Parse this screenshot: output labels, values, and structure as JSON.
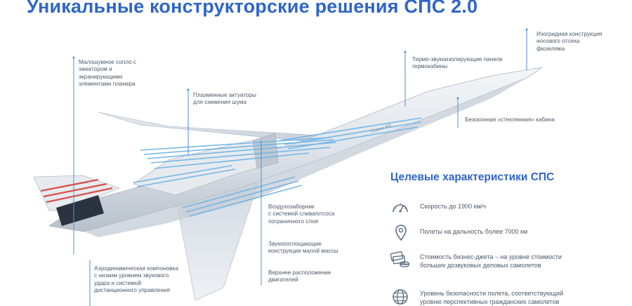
{
  "title": "Уникальные конструкторские решения СПС 2.0",
  "aircraft_label": "Плано КБ",
  "callouts": [
    {
      "id": "nozzle",
      "text": "Малошумное сопло с\nэжектором и\nэкранирующими\nэлементами планера"
    },
    {
      "id": "plasma",
      "text": "Плазменные актуаторы\nдля снижения шума"
    },
    {
      "id": "panels",
      "text": "Термо-звукоизолирующие панели\nгермокабины"
    },
    {
      "id": "nose",
      "text": "Изогридная конструкция\nносового отсека\nфюзеляжа"
    },
    {
      "id": "cabin",
      "text": "Безоконная «стеклянная» кабина"
    },
    {
      "id": "intake",
      "text": "Воздухозаборник\nс системой слива/отсоса\nпограничного слоя"
    },
    {
      "id": "absorb",
      "text": "Звукопоглощающие\nконструкции малой массы"
    },
    {
      "id": "engines",
      "text": "Верхнее расположение\nдвигателей"
    },
    {
      "id": "aero",
      "text": "Аэродинамическая компоновка\nс низким уровнем звукового\nудара и системой\nдистанционного управления"
    }
  ],
  "characteristics": {
    "title": "Целевые характеристики СПС",
    "items": [
      {
        "icon": "speedometer-icon",
        "text": "Скорость до 1900 км/ч"
      },
      {
        "icon": "location-pin-icon",
        "text": "Полеты на дальность более 7000 км"
      },
      {
        "icon": "money-icon",
        "text": "Стоимость бизнес-джета –     на уровне стоимости\nбольших дозвуковых деловых самолетов"
      },
      {
        "icon": "globe-icon",
        "text": "Уровень безопасности полета, соответствующий\nуровню перспективных гражданских самолетов"
      }
    ]
  },
  "colors": {
    "accent": "#2f66c7",
    "stripe": "#6fb4e8",
    "tail_red": "#d9534f",
    "nozzle": "#2b3340",
    "line": "#4a90d9"
  }
}
